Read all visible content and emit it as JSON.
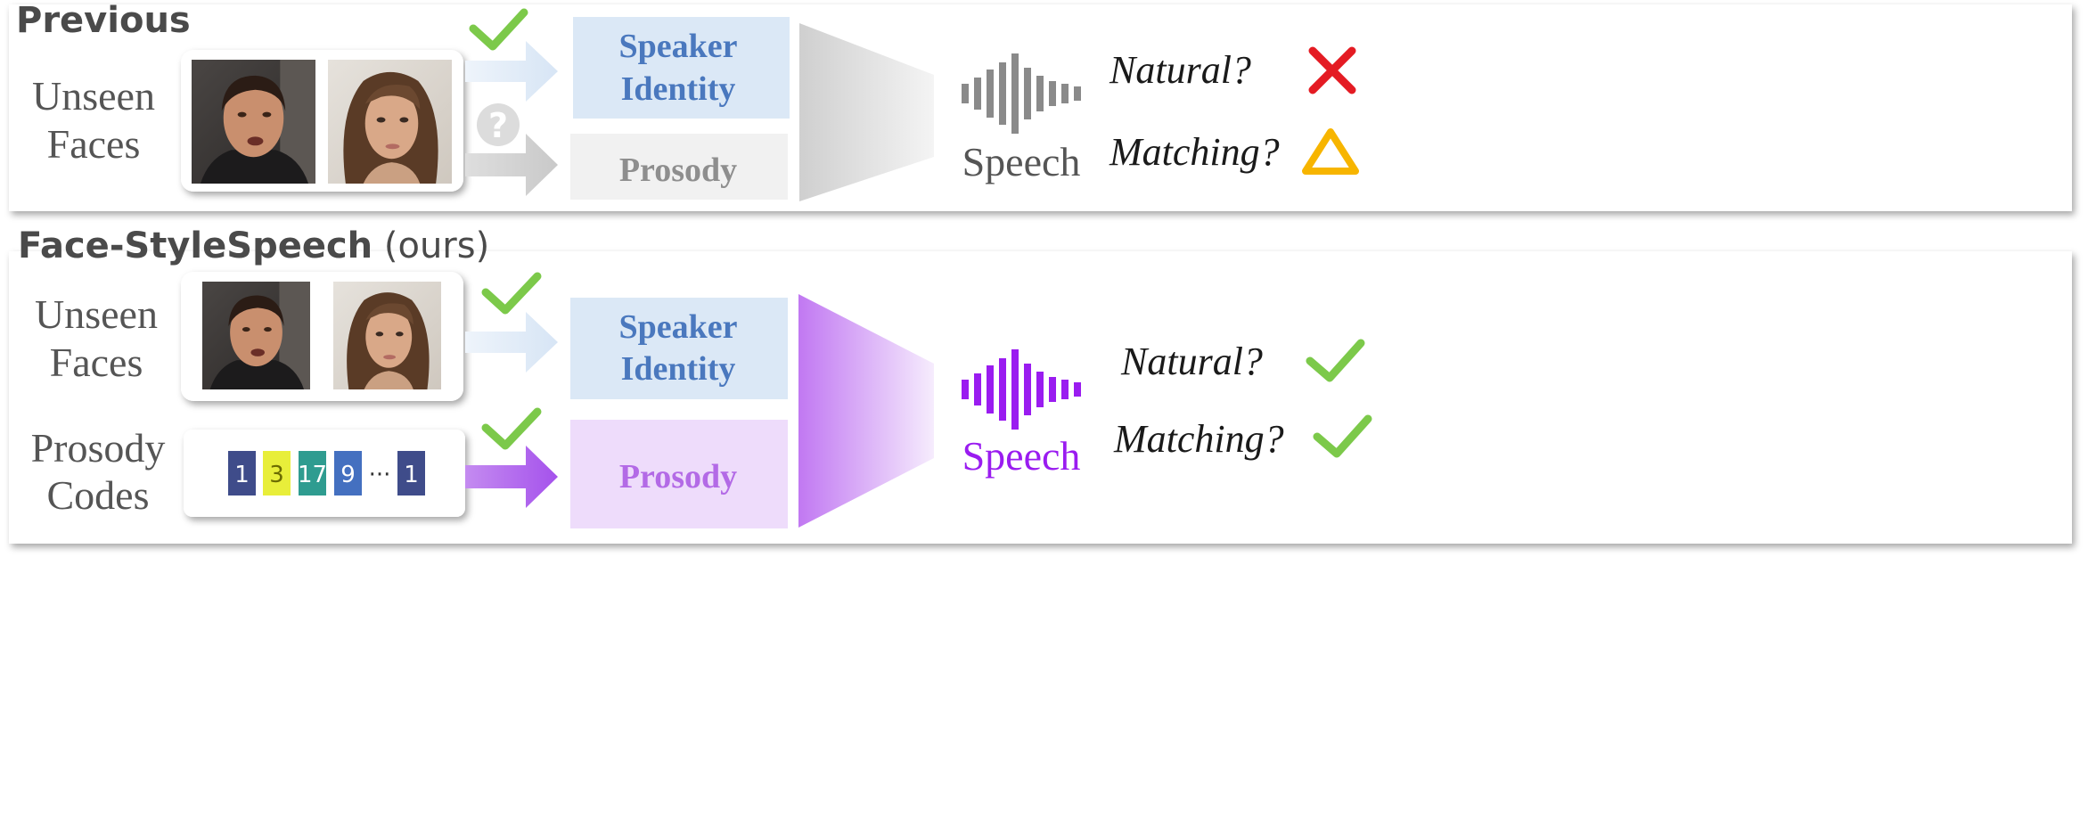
{
  "top_section": {
    "title": "Previous",
    "faces_label": [
      "Unseen",
      "Faces"
    ],
    "face_images": [
      "man-face-photo",
      "woman-face-photo"
    ],
    "speaker_box": [
      "Speaker",
      "Identity"
    ],
    "prosody_box": "Prosody",
    "speech_label": "Speech",
    "natural_question": "Natural?",
    "matching_question": "Matching?",
    "question_mark": "?",
    "natural_result_icon": "red-x-icon",
    "matching_result_icon": "yellow-triangle-icon"
  },
  "bottom_section": {
    "title_bold": "Face-StyleSpeech",
    "title_suffix": " (ours)",
    "faces_label": [
      "Unseen",
      "Faces"
    ],
    "face_images": [
      "man-face-photo",
      "woman-face-photo"
    ],
    "codes_label": [
      "Prosody",
      "Codes"
    ],
    "prosody_codes": [
      "1",
      "3",
      "17",
      "9",
      "···",
      "1"
    ],
    "speaker_box": [
      "Speaker",
      "Identity"
    ],
    "prosody_box": "Prosody",
    "speech_label": "Speech",
    "natural_question": "Natural?",
    "matching_question": "Matching?",
    "natural_result_icon": "green-check-icon",
    "matching_result_icon": "green-check-icon"
  },
  "colors": {
    "speaker_box_fill": "#dbe8f6",
    "speaker_text": "#4a78be",
    "prosody_gray_fill": "#f1f1f1",
    "prosody_gray_text": "#8e8e8e",
    "prosody_purple_fill": "#eedcfb",
    "prosody_purple_text": "#b36ae6",
    "speech_purple": "#9a1cf0",
    "check_green": "#7cc94a",
    "cross_red": "#e41b23",
    "triangle_yellow": "#f7b500",
    "code_navy": "#3f4c8a",
    "code_yellow": "#e8ee3a",
    "code_teal": "#2f9c90",
    "code_blue": "#4470c0"
  }
}
